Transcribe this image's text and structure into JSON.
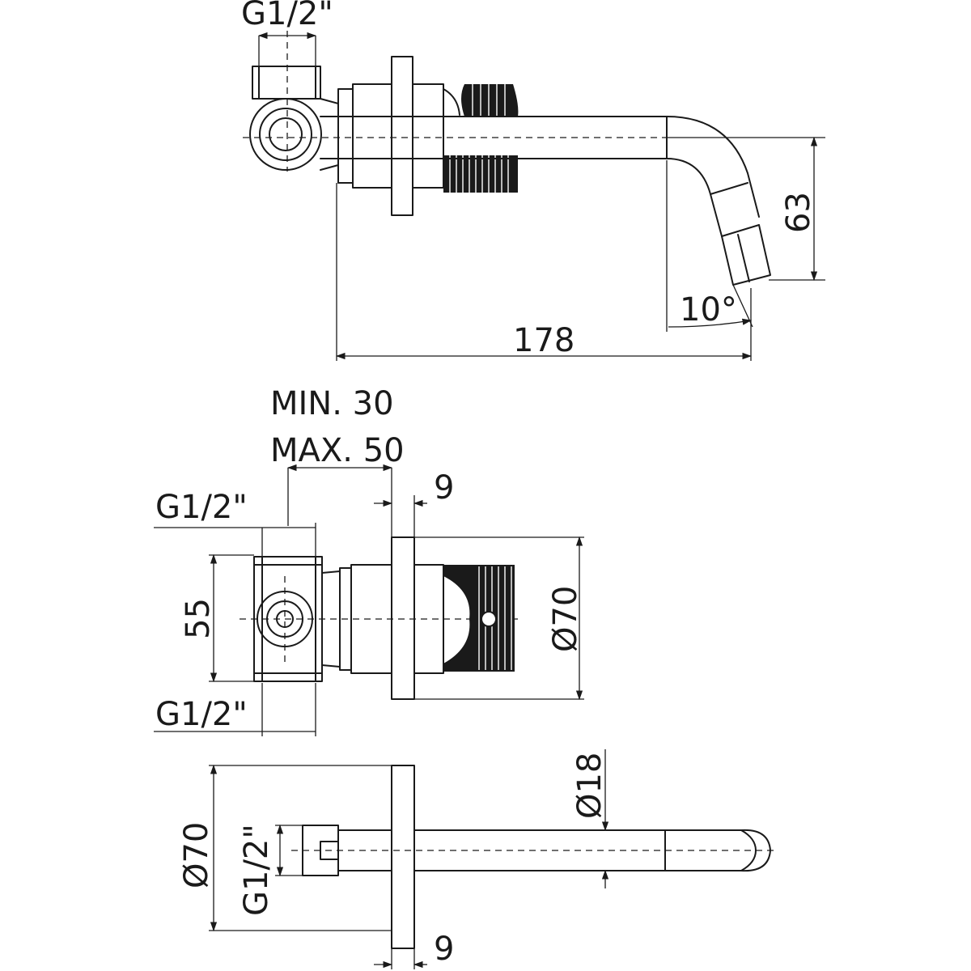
{
  "drawing": {
    "view_top": {
      "thread_top": "G1/2\"",
      "total_length": "178",
      "drop_height": "63",
      "angle": "10°"
    },
    "view_side": {
      "wall_depth_min": "MIN. 30",
      "wall_depth_max": "MAX. 50",
      "thread_upper": "G1/2\"",
      "thread_lower": "G1/2\"",
      "body_height": "55",
      "rosette_thickness": "9",
      "rosette_diameter": "Ø70"
    },
    "view_spout": {
      "rosette_diameter": "Ø70",
      "thread": "G1/2\"",
      "spout_diameter": "Ø18",
      "rosette_thickness": "9"
    }
  }
}
